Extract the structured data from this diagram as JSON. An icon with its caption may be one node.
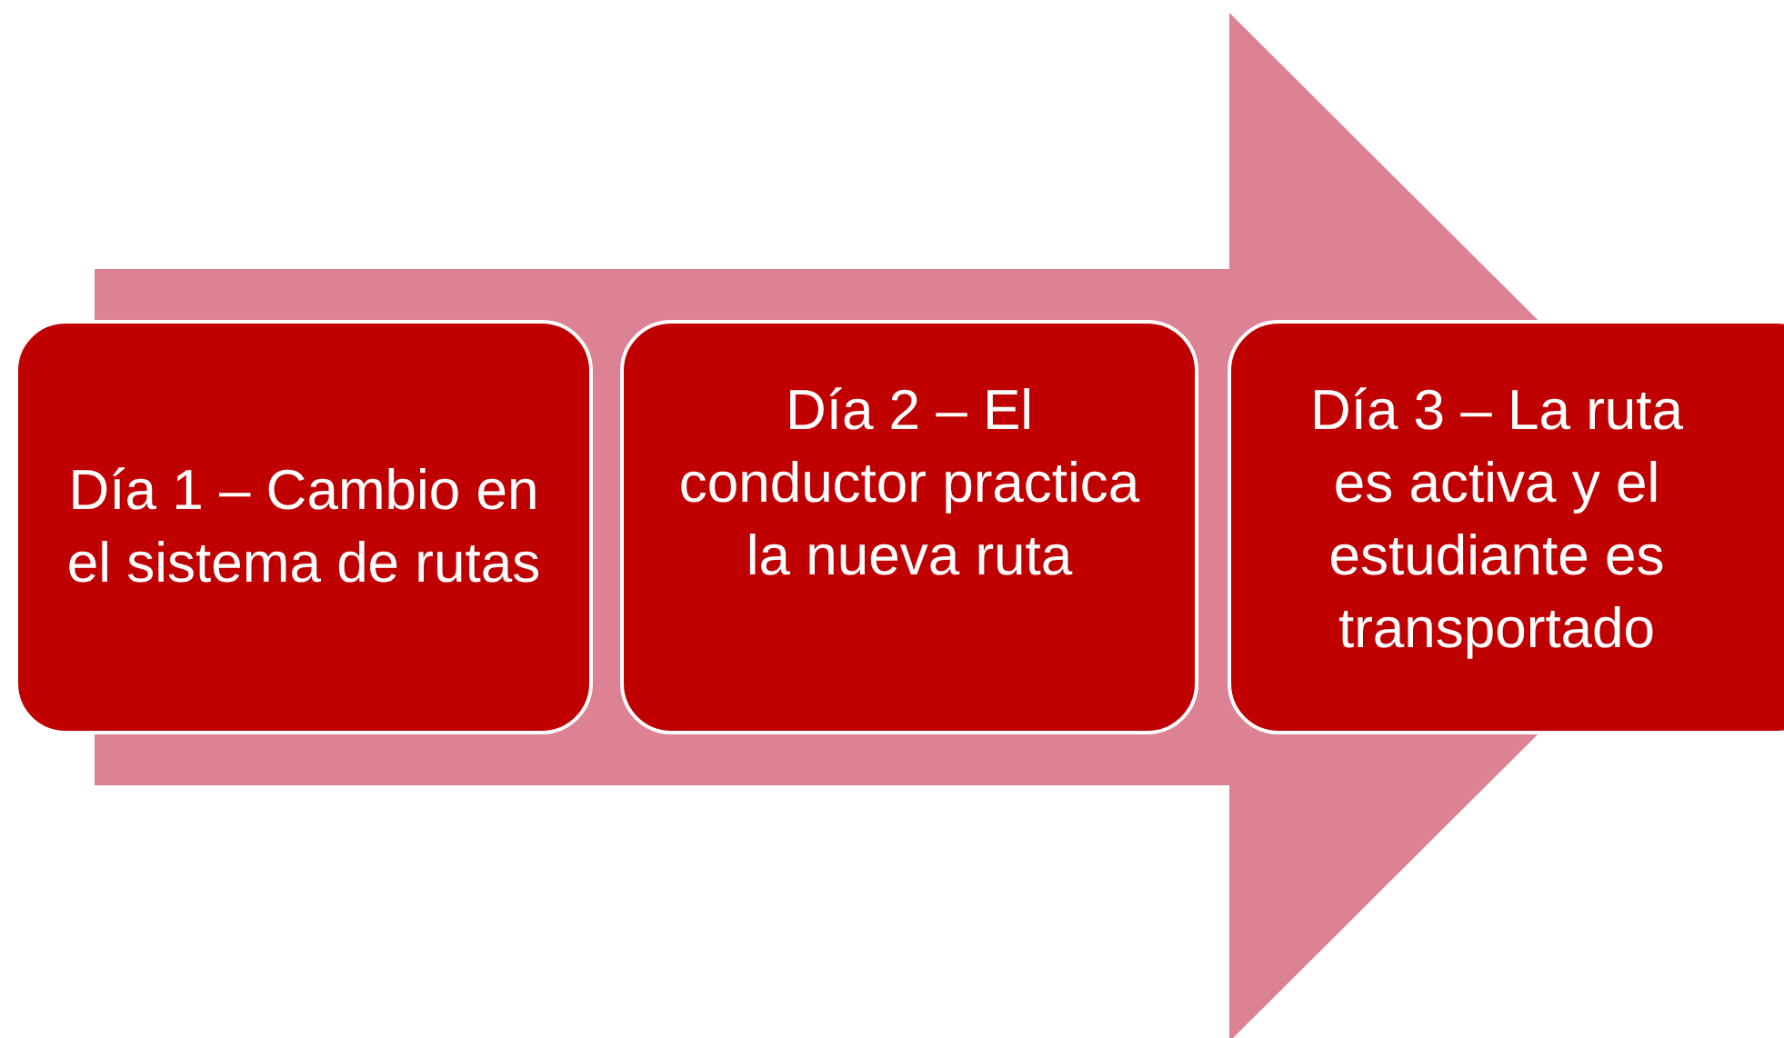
{
  "diagram": {
    "nodes": [
      {
        "text": [
          "Día 1 – Cambio en el sistema de rutas"
        ]
      },
      {
        "text": [
          "Día 2 – El conductor practica la nueva ruta"
        ]
      },
      {
        "text": [
          "Día 3 – La ruta es activa y el estudiante es transportado"
        ]
      }
    ],
    "edges": [
      {
        "from": 0,
        "to": 2,
        "arrow": "to",
        "style": "thick"
      }
    ]
  }
}
